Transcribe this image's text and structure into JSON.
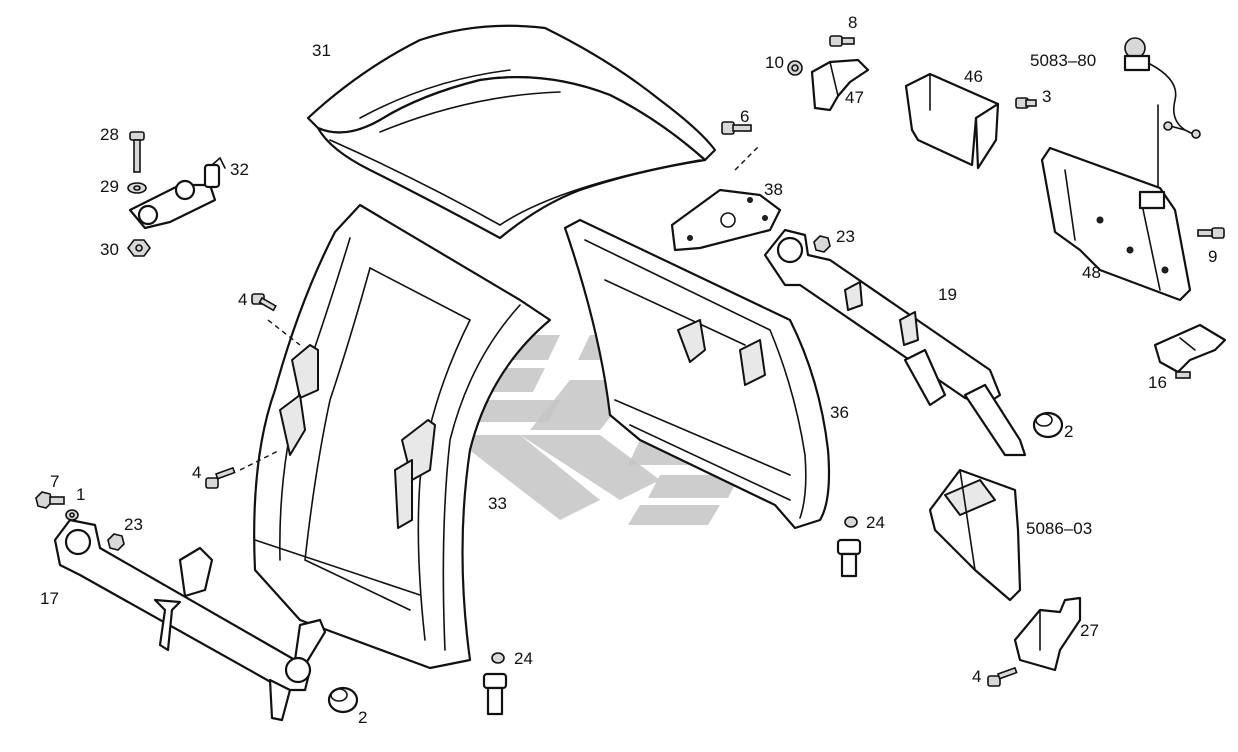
{
  "diagram": {
    "callouts": {
      "p31": "31",
      "p8": "8",
      "p10": "10",
      "p47": "47",
      "p46": "46",
      "p5083": "5083–80",
      "p3": "3",
      "p6": "6",
      "p28": "28",
      "p32": "32",
      "p29": "29",
      "p38": "38",
      "p30": "30",
      "p23a": "23",
      "p48": "48",
      "p9": "9",
      "p19": "19",
      "p4a": "4",
      "p16": "16",
      "p36": "36",
      "p2a": "2",
      "p4b": "4",
      "p7": "7",
      "p1": "1",
      "p33": "33",
      "p23b": "23",
      "p24a": "24",
      "p5086": "5086–03",
      "p17": "17",
      "p27": "27",
      "p24b": "24",
      "p4c": "4",
      "p2b": "2"
    },
    "colors": {
      "line": "#111111",
      "watermark": "#c4c4c4",
      "background": "#ffffff"
    }
  }
}
